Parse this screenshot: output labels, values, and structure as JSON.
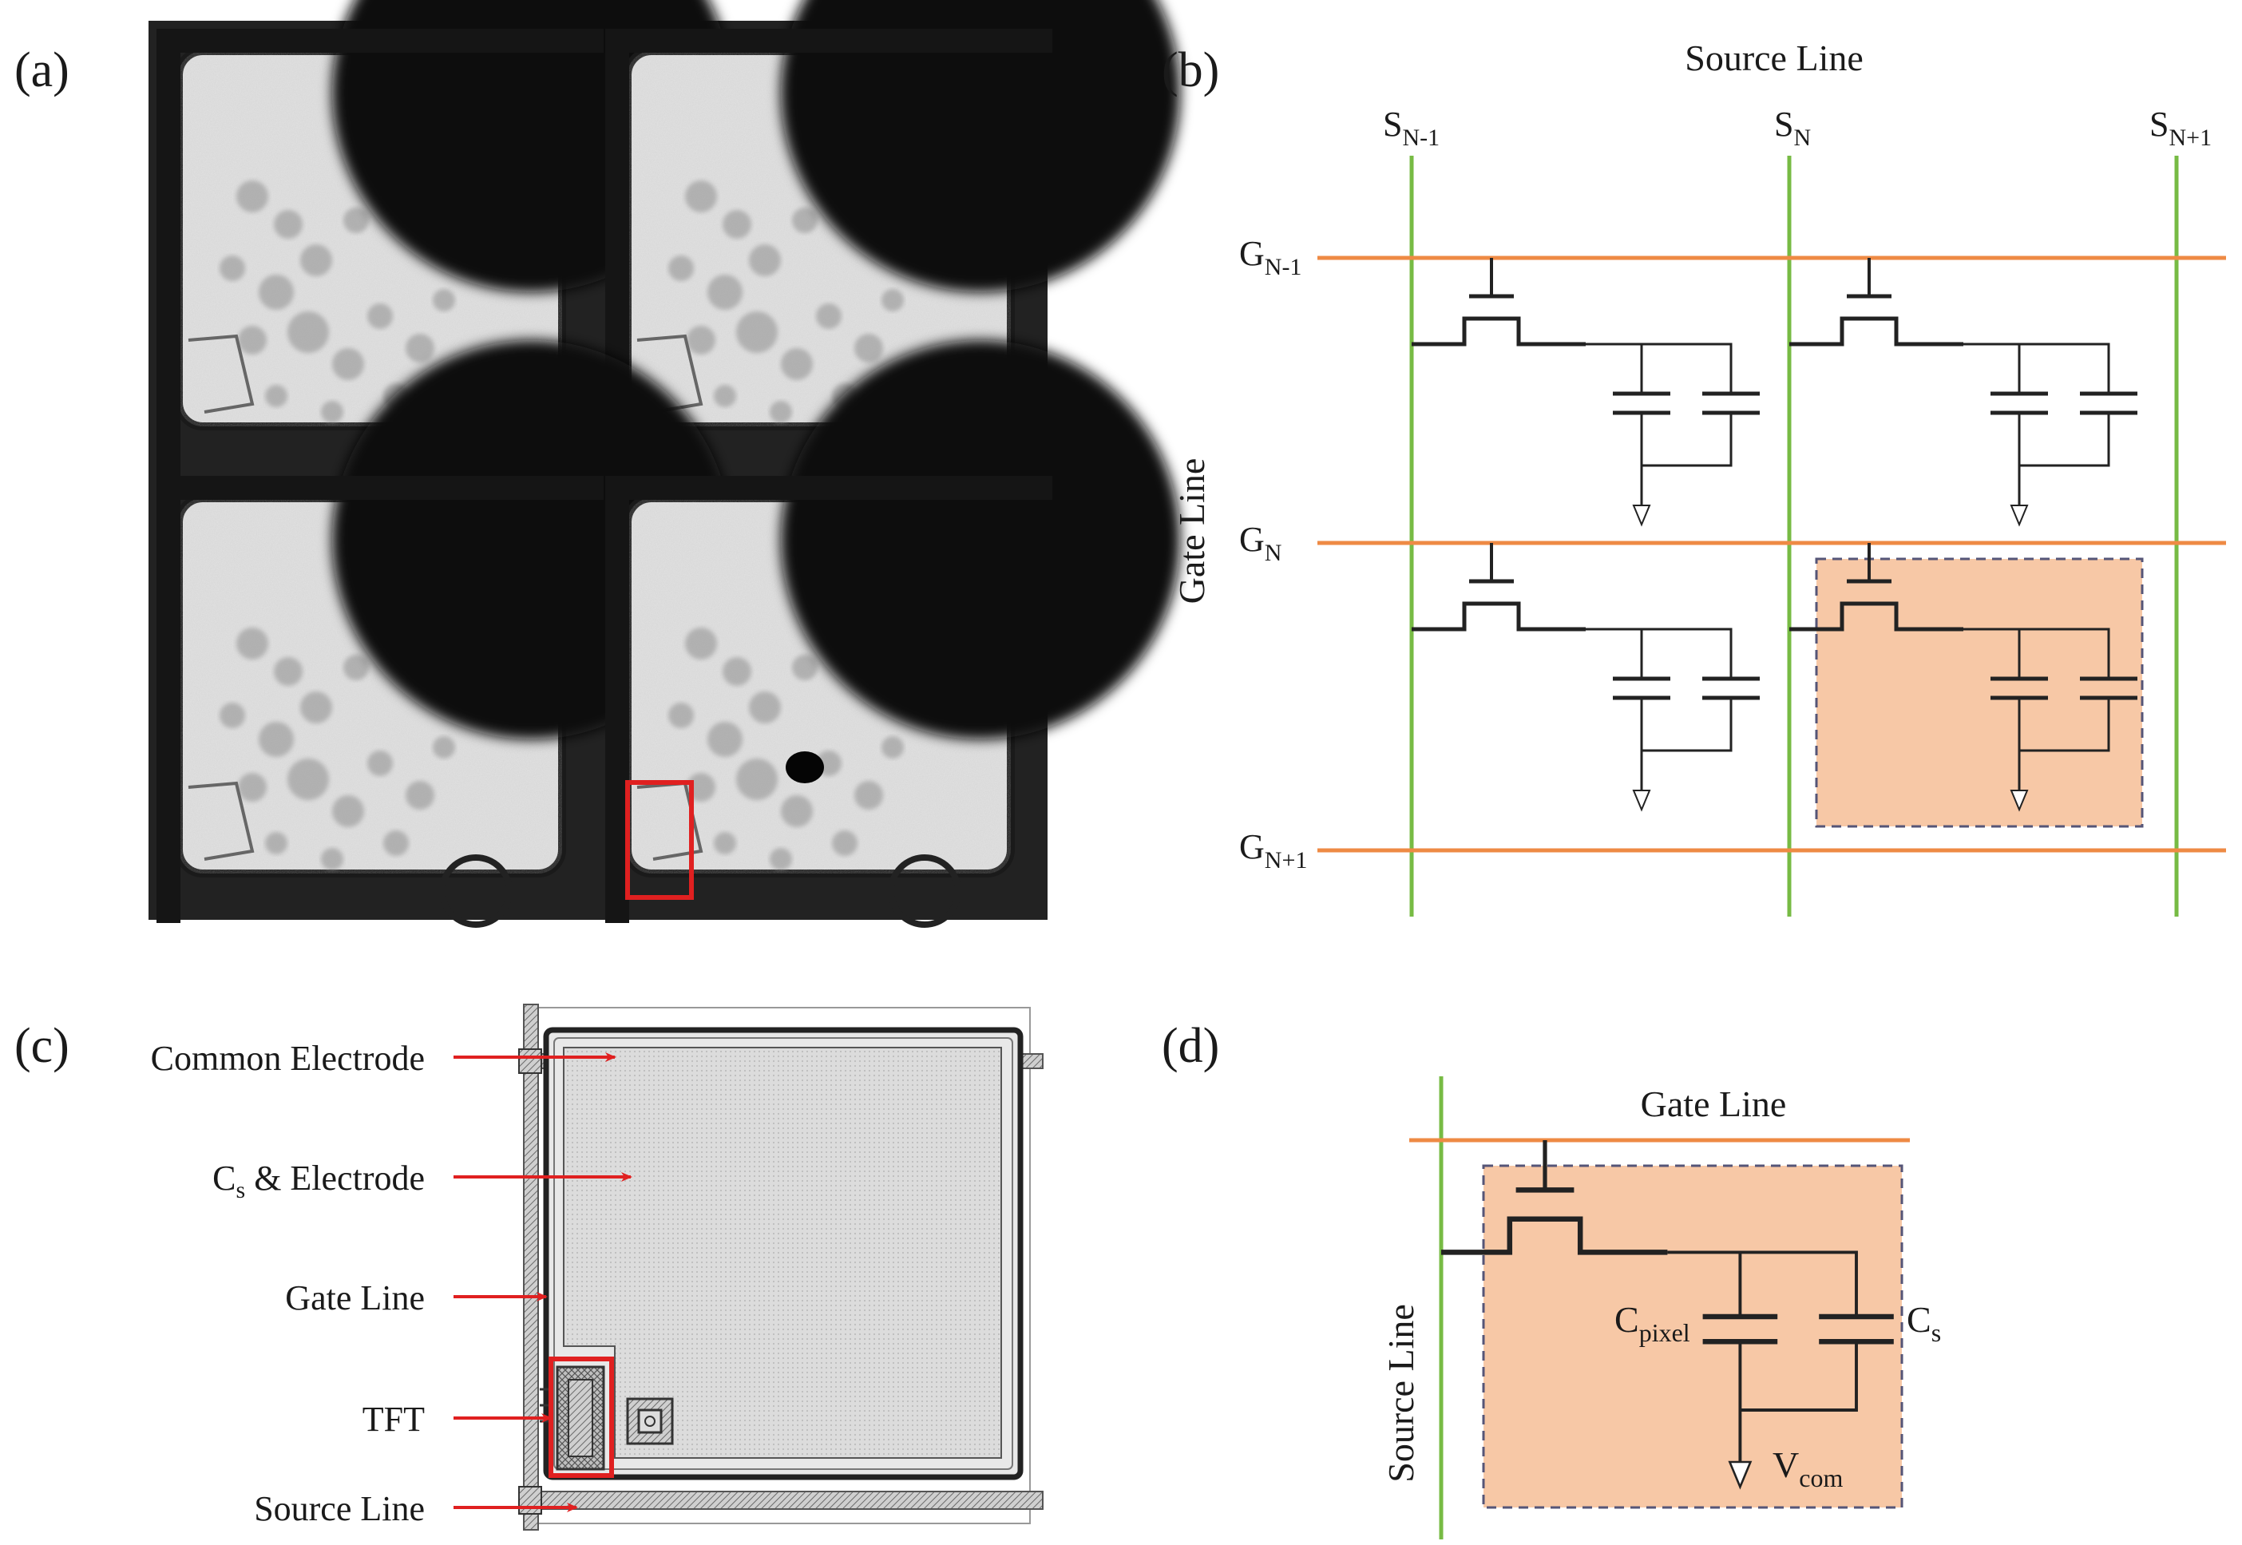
{
  "panels": {
    "a": {
      "label": "(a)"
    },
    "b": {
      "label": "(b)",
      "title": "Source Line",
      "side_label": "Gate Line",
      "source_lines": [
        {
          "base": "S",
          "sub": "N-1"
        },
        {
          "base": "S",
          "sub": "N"
        },
        {
          "base": "S",
          "sub": "N+1"
        }
      ],
      "gate_lines": [
        {
          "base": "G",
          "sub": "N-1"
        },
        {
          "base": "G",
          "sub": "N"
        },
        {
          "base": "G",
          "sub": "N+1"
        }
      ]
    },
    "c": {
      "label": "(c)",
      "callouts": [
        {
          "text": "Common Electrode"
        },
        {
          "text": "C",
          "sub": "s",
          "suffix": " & Electrode"
        },
        {
          "text": "Gate Line"
        },
        {
          "text": "TFT"
        },
        {
          "text": "Source Line"
        }
      ]
    },
    "d": {
      "label": "(d)",
      "gate_label": "Gate Line",
      "source_label": "Source Line",
      "cpixel": {
        "base": "C",
        "sub": "pixel"
      },
      "cs": {
        "base": "C",
        "sub": "s"
      },
      "vcom": {
        "base": "V",
        "sub": "com"
      }
    }
  },
  "colors": {
    "source_line": "#77bb44",
    "gate_line": "#ee8a44",
    "highlight_fill": "#f7c8a6",
    "highlight_border": "#555577",
    "callout_arrow": "#e02020",
    "tft_box": "#e02020"
  }
}
